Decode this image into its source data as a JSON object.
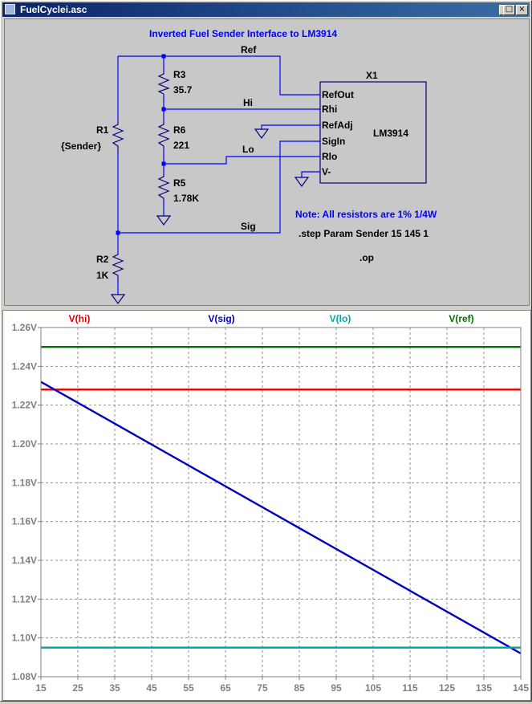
{
  "window": {
    "title": "FuelCyclei.asc",
    "controls": {
      "minimize": "_",
      "maximize": "□",
      "close": "×"
    }
  },
  "schematic": {
    "title": "Inverted Fuel Sender Interface to LM3914",
    "net_labels": {
      "ref": "Ref",
      "hi": "Hi",
      "lo": "Lo",
      "sig": "Sig"
    },
    "components": {
      "r1": {
        "name": "R1",
        "value": "{Sender}"
      },
      "r2": {
        "name": "R2",
        "value": "1K"
      },
      "r3": {
        "name": "R3",
        "value": "35.7"
      },
      "r5": {
        "name": "R5",
        "value": "1.78K"
      },
      "r6": {
        "name": "R6",
        "value": "221"
      },
      "x1": {
        "name": "X1",
        "part": "LM3914",
        "pins": [
          "RefOut",
          "Rhi",
          "RefAdj",
          "SigIn",
          "Rlo",
          "V-"
        ]
      }
    },
    "note": "Note: All resistors are 1%  1/4W",
    "directives": [
      ".step Param Sender 15 145 1",
      ".op"
    ]
  },
  "chart_data": {
    "type": "line",
    "x": [
      15,
      145
    ],
    "xlim": [
      15,
      145
    ],
    "ylim": [
      1.08,
      1.26
    ],
    "xticks": [
      "15",
      "25",
      "35",
      "45",
      "55",
      "65",
      "75",
      "85",
      "95",
      "105",
      "115",
      "125",
      "135",
      "145"
    ],
    "yticks": [
      "1.26V",
      "1.24V",
      "1.22V",
      "1.20V",
      "1.18V",
      "1.16V",
      "1.14V",
      "1.12V",
      "1.10V",
      "1.08V"
    ],
    "grid": true,
    "legend_placement": "top",
    "series": [
      {
        "name": "V(hi)",
        "color": "#e00000",
        "values": [
          1.228,
          1.228
        ]
      },
      {
        "name": "V(sig)",
        "color": "#0000c0",
        "values": [
          1.232,
          1.092
        ]
      },
      {
        "name": "V(lo)",
        "color": "#00a8a8",
        "values": [
          1.095,
          1.095
        ]
      },
      {
        "name": "V(ref)",
        "color": "#007000",
        "values": [
          1.25,
          1.25
        ]
      }
    ]
  }
}
